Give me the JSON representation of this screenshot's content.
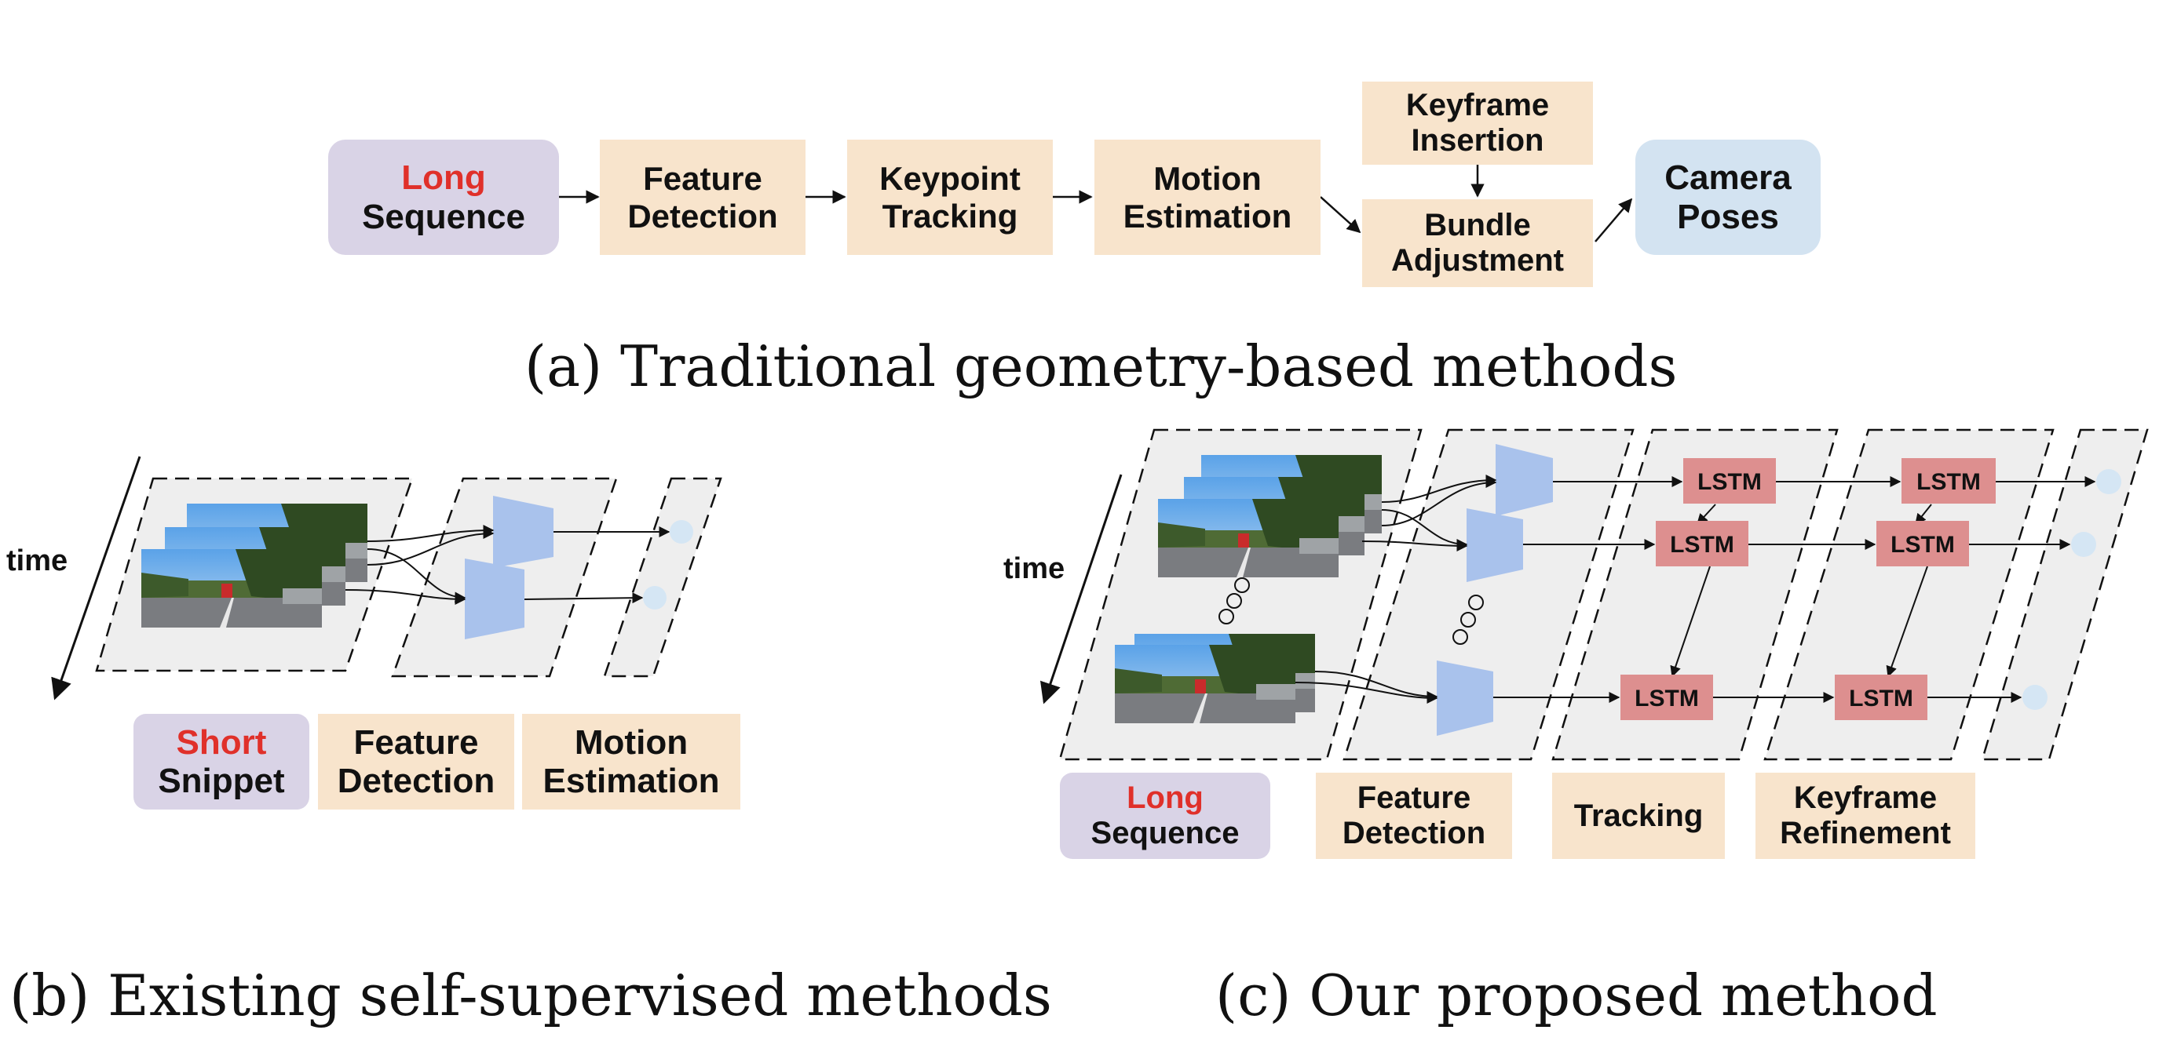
{
  "panel_a": {
    "input": {
      "highlight": "Long",
      "rest": "Sequence"
    },
    "steps": [
      {
        "line1": "Feature",
        "line2": "Detection"
      },
      {
        "line1": "Keypoint",
        "line2": "Tracking"
      },
      {
        "line1": "Motion",
        "line2": "Estimation"
      }
    ],
    "keyframe": {
      "line1": "Keyframe",
      "line2": "Insertion"
    },
    "bundle": {
      "line1": "Bundle",
      "line2": "Adjustment"
    },
    "output": {
      "line1": "Camera",
      "line2": "Poses"
    },
    "caption": "(a) Traditional geometry-based methods"
  },
  "panel_b": {
    "time_label": "time",
    "input": {
      "highlight": "Short",
      "rest": "Snippet"
    },
    "stages": [
      {
        "line1": "Feature",
        "line2": "Detection"
      },
      {
        "line1": "Motion",
        "line2": "Estimation"
      }
    ],
    "caption": "(b) Existing self-supervised methods"
  },
  "panel_c": {
    "time_label": "time",
    "lstm_label": "LSTM",
    "input": {
      "highlight": "Long",
      "rest": "Sequence"
    },
    "stages": [
      {
        "line1": "Feature",
        "line2": "Detection"
      },
      {
        "line1": "Tracking",
        "line2": ""
      },
      {
        "line1": "Keyframe",
        "line2": "Refinement"
      }
    ],
    "caption": "(c) Our proposed method"
  },
  "colors": {
    "input_purple": "#d9d3e6",
    "stage_peach": "#f8e4cc",
    "output_blue": "#d3e3f1",
    "highlight_red": "#e0302a",
    "lstm_red": "#dd8f8f",
    "encoder_blue": "#a9c2ec",
    "node_blue": "#d5e6f4"
  }
}
